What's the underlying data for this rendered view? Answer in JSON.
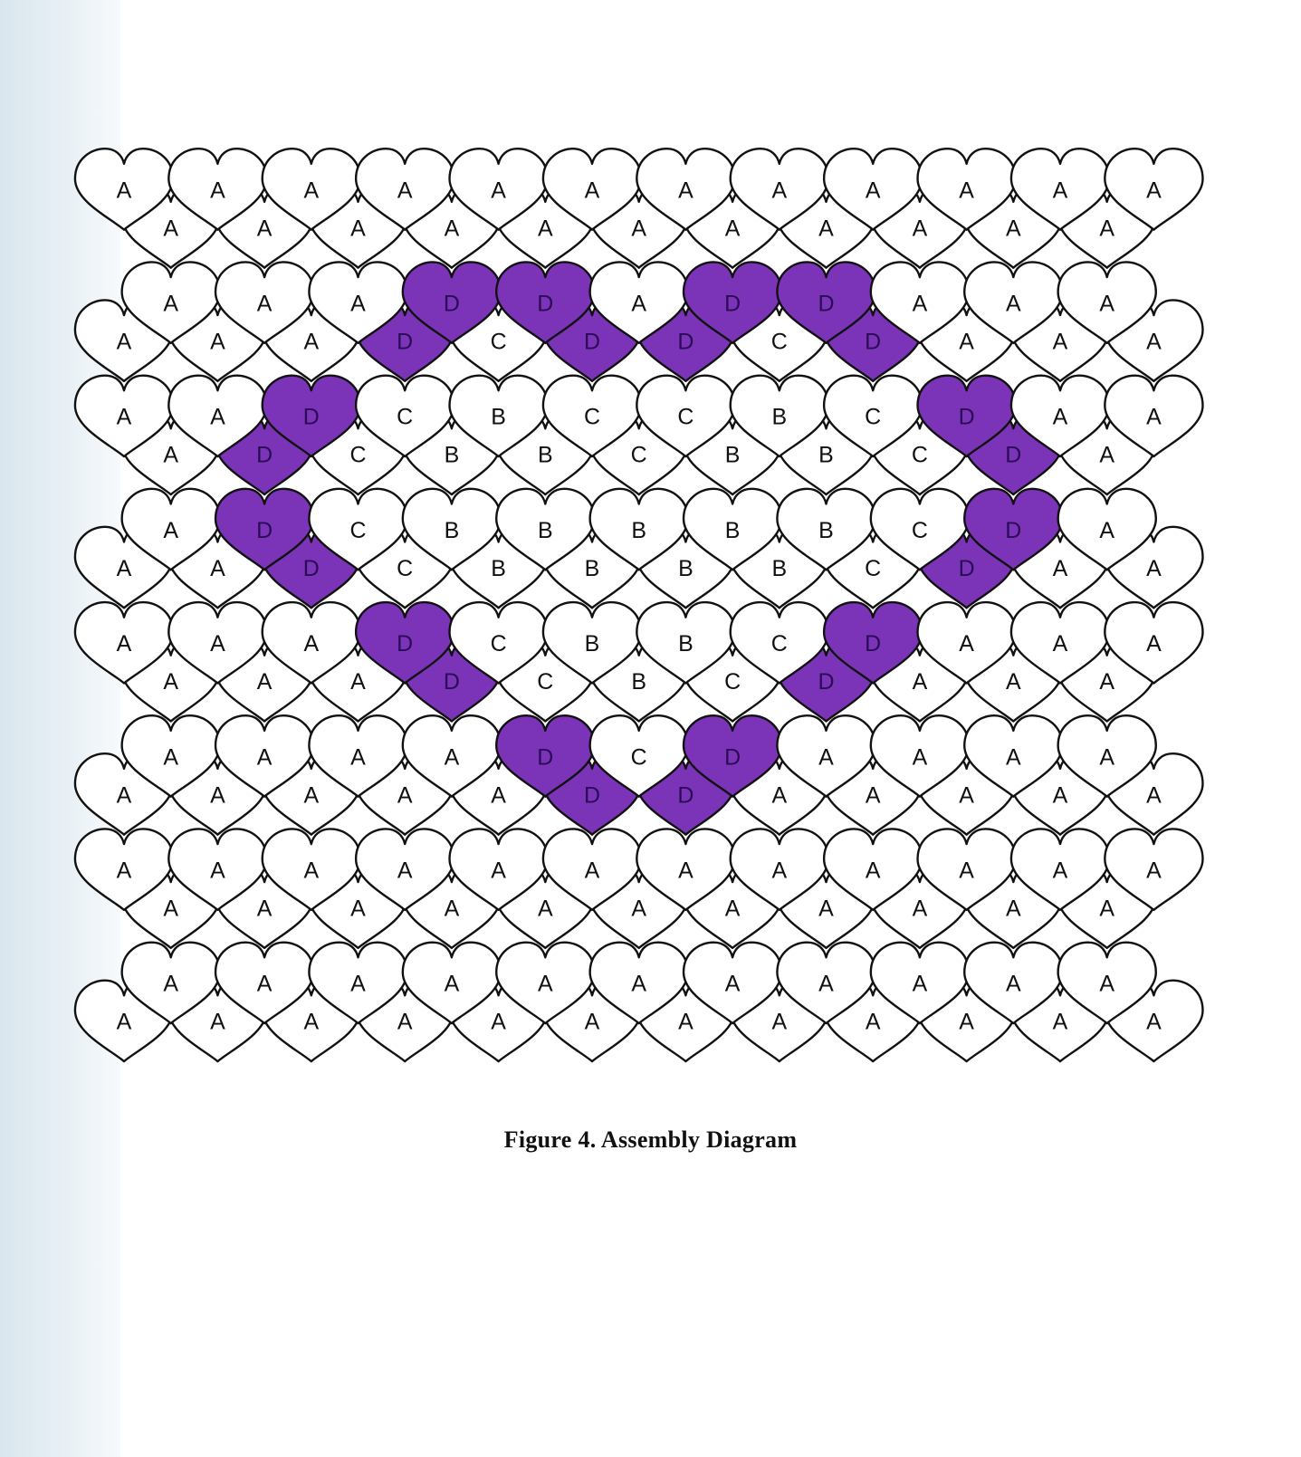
{
  "caption": "Figure 4. Assembly Diagram",
  "colors": {
    "outline": "#111111",
    "fill_plain": "#ffffff",
    "fill_highlight": "#7b34b8",
    "letter": "#111111",
    "letter_on_highlight": "#2b0b55",
    "scan_edge": "#dde9f0"
  },
  "highlight_label": "D",
  "grid": {
    "rows": [
      {
        "odd_offset": true,
        "top": [
          "A",
          "A",
          "A",
          "A",
          "A",
          "A",
          "A",
          "A",
          "A",
          "A",
          "A",
          "A"
        ],
        "bottom": [
          "A",
          "A",
          "A",
          "A",
          "A",
          "A",
          "A",
          "A",
          "A",
          "A",
          "A"
        ]
      },
      {
        "odd_offset": false,
        "top": [
          "A",
          "A",
          "A",
          "D",
          "D",
          "A",
          "D",
          "D",
          "A",
          "A",
          "A"
        ],
        "bottom": [
          "A",
          "A",
          "A",
          "D",
          "C",
          "D",
          "D",
          "C",
          "D",
          "A",
          "A",
          "A"
        ]
      },
      {
        "odd_offset": true,
        "top": [
          "A",
          "A",
          "D",
          "C",
          "B",
          "C",
          "C",
          "B",
          "C",
          "D",
          "A",
          "A"
        ],
        "bottom": [
          "A",
          "D",
          "C",
          "B",
          "B",
          "C",
          "B",
          "B",
          "C",
          "D",
          "A"
        ]
      },
      {
        "odd_offset": false,
        "top": [
          "A",
          "D",
          "C",
          "B",
          "B",
          "B",
          "B",
          "B",
          "C",
          "D",
          "A"
        ],
        "bottom": [
          "A",
          "A",
          "D",
          "C",
          "B",
          "B",
          "B",
          "B",
          "C",
          "D",
          "A",
          "A"
        ]
      },
      {
        "odd_offset": true,
        "top": [
          "A",
          "A",
          "A",
          "D",
          "C",
          "B",
          "B",
          "C",
          "D",
          "A",
          "A",
          "A"
        ],
        "bottom": [
          "A",
          "A",
          "A",
          "D",
          "C",
          "B",
          "C",
          "D",
          "A",
          "A",
          "A"
        ]
      },
      {
        "odd_offset": false,
        "top": [
          "A",
          "A",
          "A",
          "A",
          "D",
          "C",
          "D",
          "A",
          "A",
          "A",
          "A"
        ],
        "bottom": [
          "A",
          "A",
          "A",
          "A",
          "A",
          "D",
          "D",
          "A",
          "A",
          "A",
          "A",
          "A"
        ]
      },
      {
        "odd_offset": true,
        "top": [
          "A",
          "A",
          "A",
          "A",
          "A",
          "A",
          "A",
          "A",
          "A",
          "A",
          "A",
          "A"
        ],
        "bottom": [
          "A",
          "A",
          "A",
          "A",
          "A",
          "A",
          "A",
          "A",
          "A",
          "A",
          "A"
        ]
      },
      {
        "odd_offset": false,
        "top": [
          "A",
          "A",
          "A",
          "A",
          "A",
          "A",
          "A",
          "A",
          "A",
          "A",
          "A"
        ],
        "bottom": [
          "A",
          "A",
          "A",
          "A",
          "A",
          "A",
          "A",
          "A",
          "A",
          "A",
          "A",
          "A"
        ]
      }
    ]
  }
}
